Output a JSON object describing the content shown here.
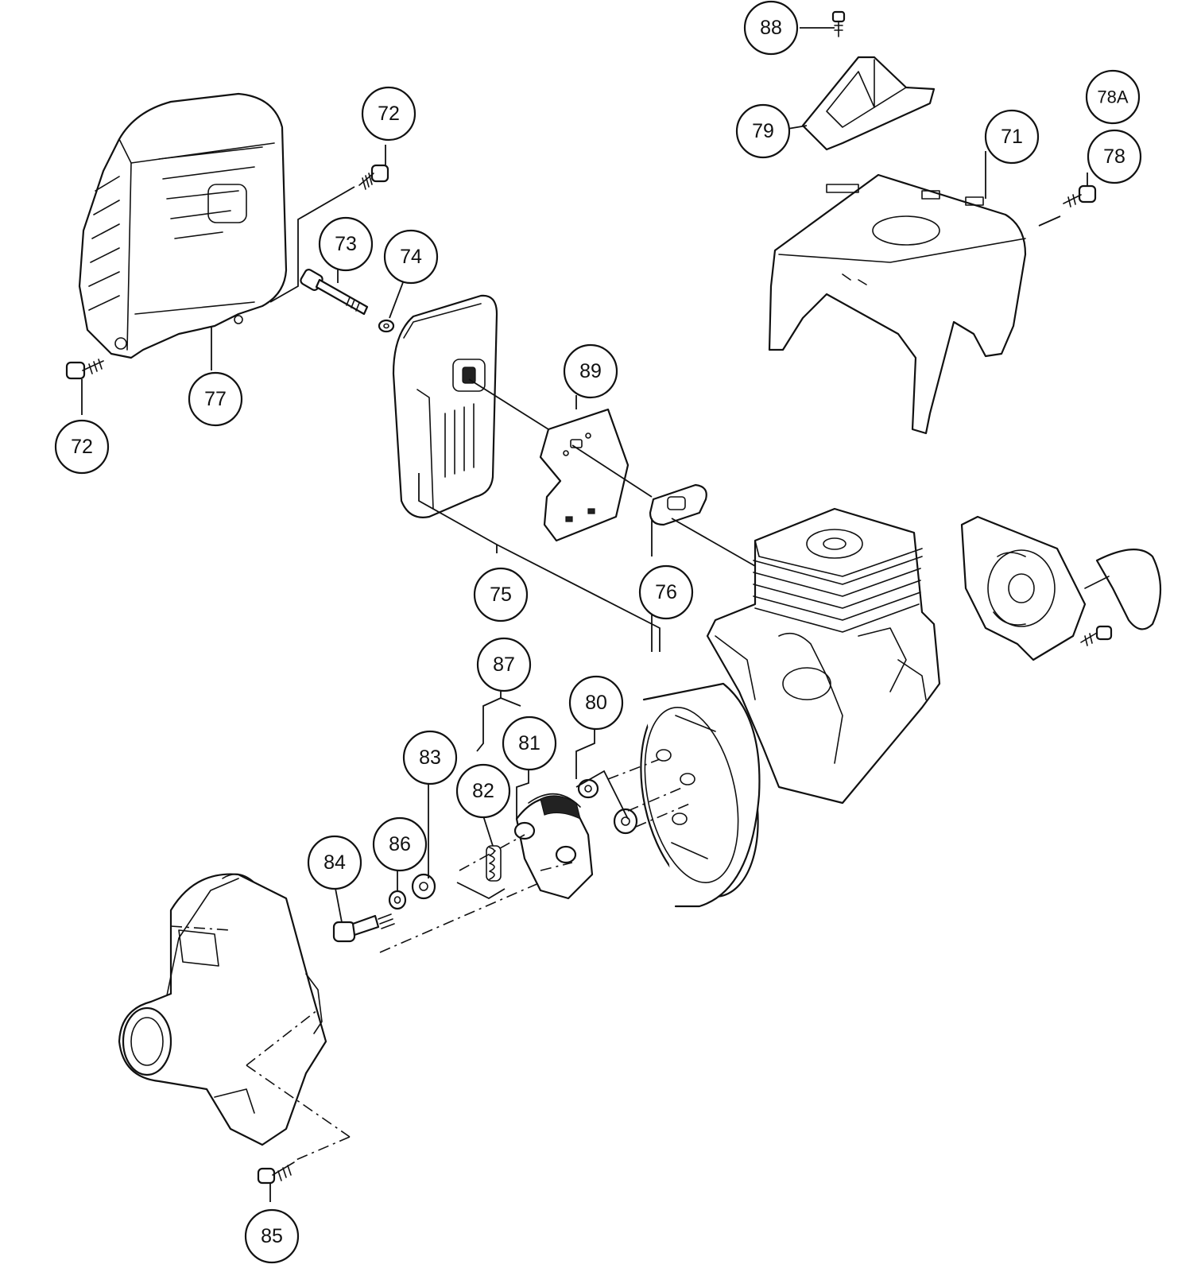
{
  "callouts": [
    {
      "label": "88"
    },
    {
      "label": "79"
    },
    {
      "label": "78A"
    },
    {
      "label": "71"
    },
    {
      "label": "78"
    },
    {
      "label": "72"
    },
    {
      "label": "73"
    },
    {
      "label": "74"
    },
    {
      "label": "77"
    },
    {
      "label": "72"
    },
    {
      "label": "89"
    },
    {
      "label": "75"
    },
    {
      "label": "76"
    },
    {
      "label": "87"
    },
    {
      "label": "80"
    },
    {
      "label": "81"
    },
    {
      "label": "83"
    },
    {
      "label": "82"
    },
    {
      "label": "86"
    },
    {
      "label": "84"
    },
    {
      "label": "85"
    }
  ]
}
